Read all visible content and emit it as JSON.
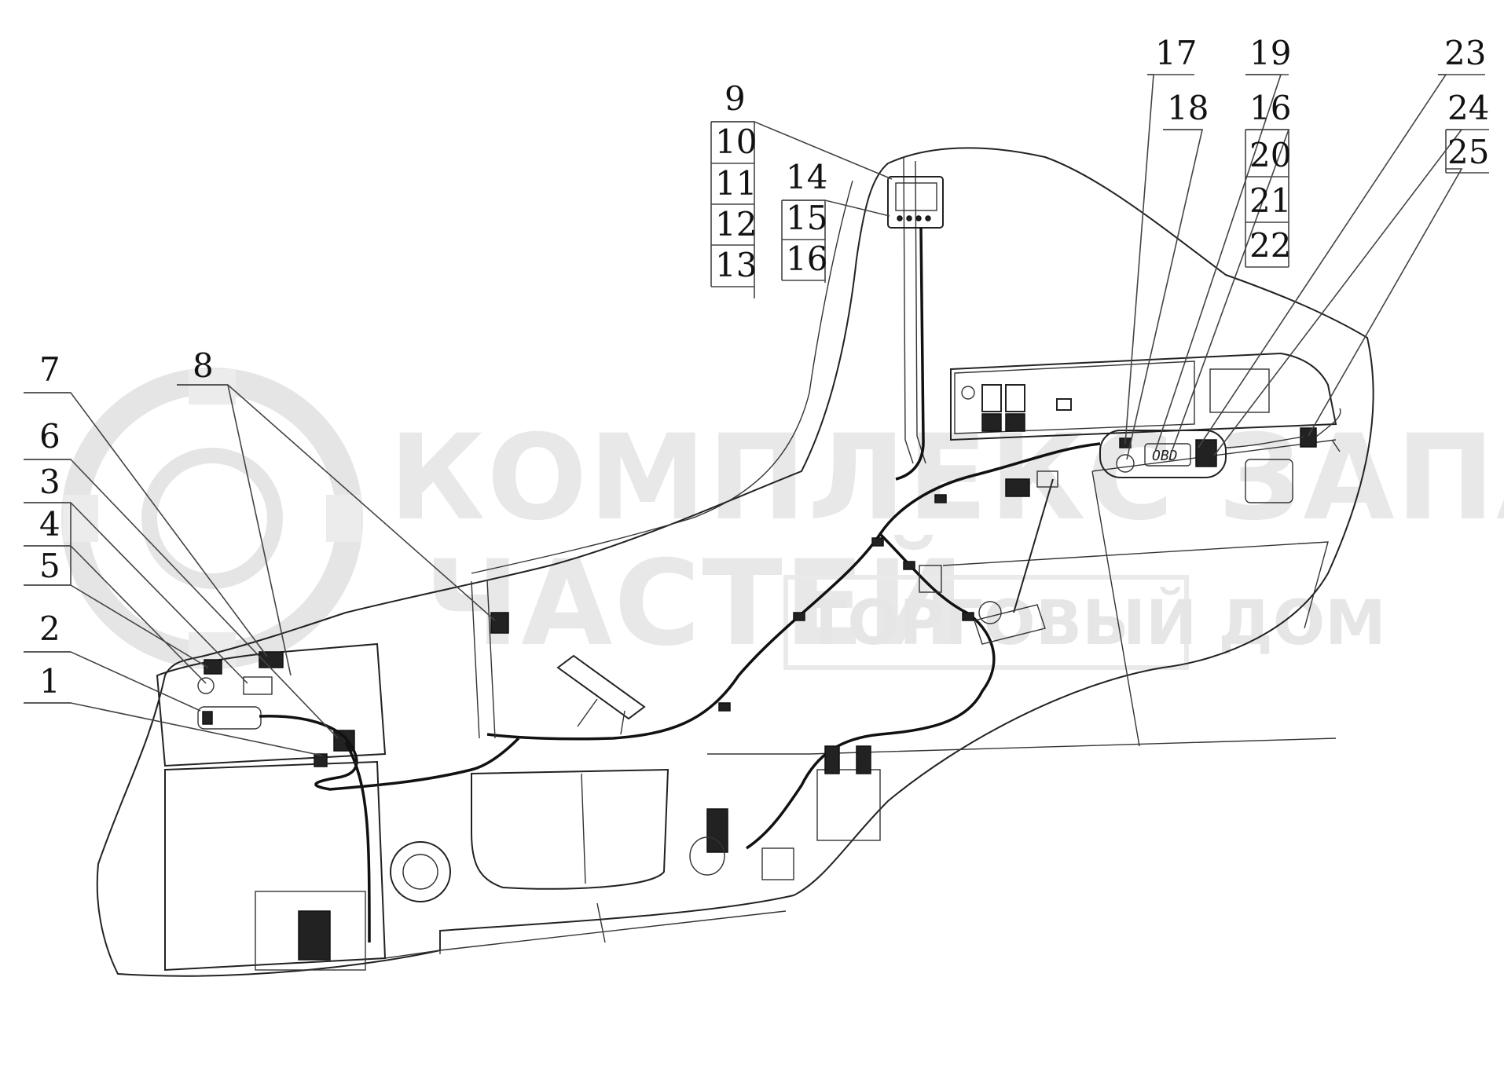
{
  "watermark": {
    "line1": "КОМПЛЕКС ЗАПАСНЫХ",
    "line2": "ЧАСТЕЙ",
    "tag": "ТОРГОВЫЙ ДОМ"
  },
  "panel": {
    "obd_label": "OBD"
  },
  "callouts": {
    "c1": "1",
    "c2": "2",
    "c3": "3",
    "c4": "4",
    "c5": "5",
    "c6": "6",
    "c7": "7",
    "c8": "8",
    "c9": "9",
    "c10": "10",
    "c11": "11",
    "c12": "12",
    "c13": "13",
    "c14": "14",
    "c15": "15",
    "c16a": "16",
    "c16b": "16",
    "c17": "17",
    "c18": "18",
    "c19": "19",
    "c20": "20",
    "c21": "21",
    "c22": "22",
    "c23": "23",
    "c24": "24",
    "c25": "25"
  }
}
